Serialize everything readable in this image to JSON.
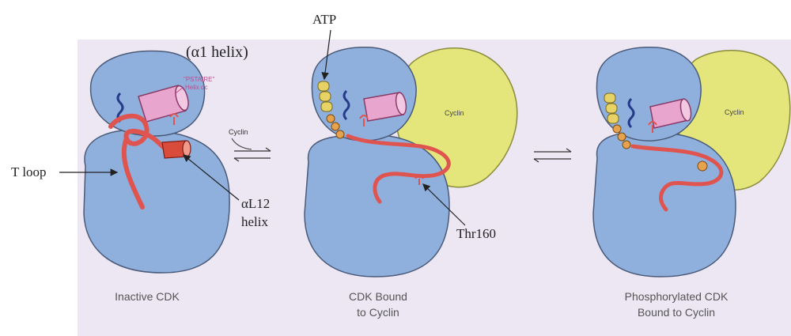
{
  "colors": {
    "background": "#ece7f3",
    "cdk_lobe": "#8fb0dd",
    "cdk_outline": "#4a5a78",
    "cyclin": "#e4e67c",
    "cyclin_outline": "#8b8c3c",
    "t_loop": "#e0544f",
    "pstaire_helix": "#e8a6cf",
    "alpha_l12_helix": "#d94c3c",
    "atp": "#e7d266",
    "phosphate": "#e6a24c",
    "ribbon_blue": "#263a8a",
    "annotation_text": "#222222",
    "caption_text": "#555555"
  },
  "annotations": {
    "alpha1_helix": "(α1 helix)",
    "atp": "ATP",
    "t_loop": "T loop",
    "alpha_l12_line1": "αL12",
    "alpha_l12_line2": "helix",
    "thr160": "Thr160"
  },
  "figure_labels": {
    "pstaire_line1": "\"PSTAIRE\"",
    "pstaire_line2": "Helix αc",
    "cyclin_arrow": "Cyclin",
    "cyclin_1": "Cyclin",
    "cyclin_2": "Cyclin"
  },
  "captions": {
    "panel1": "Inactive CDK",
    "panel2_line1": "CDK Bound",
    "panel2_line2": "to Cyclin",
    "panel3_line1": "Phosphorylated CDK",
    "panel3_line2": "Bound to Cyclin"
  }
}
